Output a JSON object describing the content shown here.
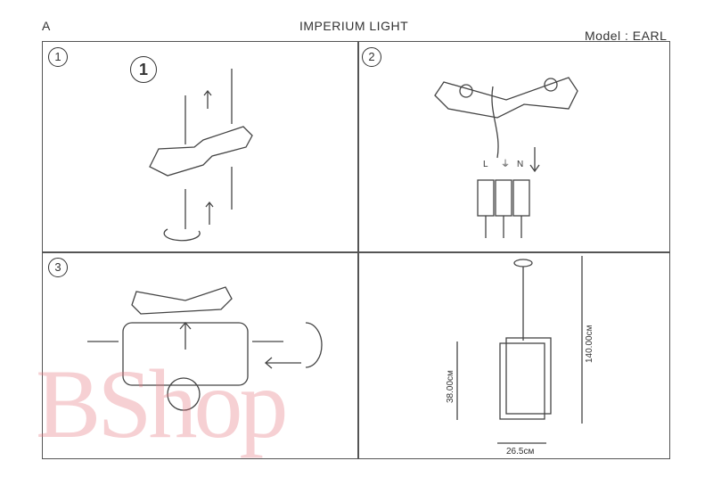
{
  "header": {
    "corner_letter": "A",
    "brand": "IMPERIUM LIGHT",
    "model": "Model : EARL"
  },
  "steps": [
    {
      "number": "1",
      "big_label": "1"
    },
    {
      "number": "2"
    },
    {
      "number": "3"
    },
    {
      "number": ""
    }
  ],
  "wiring_labels": {
    "live": "L",
    "earth": "⏚",
    "neutral": "N"
  },
  "dimensions": {
    "total_height": "140.00см",
    "body_height": "38.00см",
    "width": "26.5см"
  },
  "watermark": "BShop"
}
